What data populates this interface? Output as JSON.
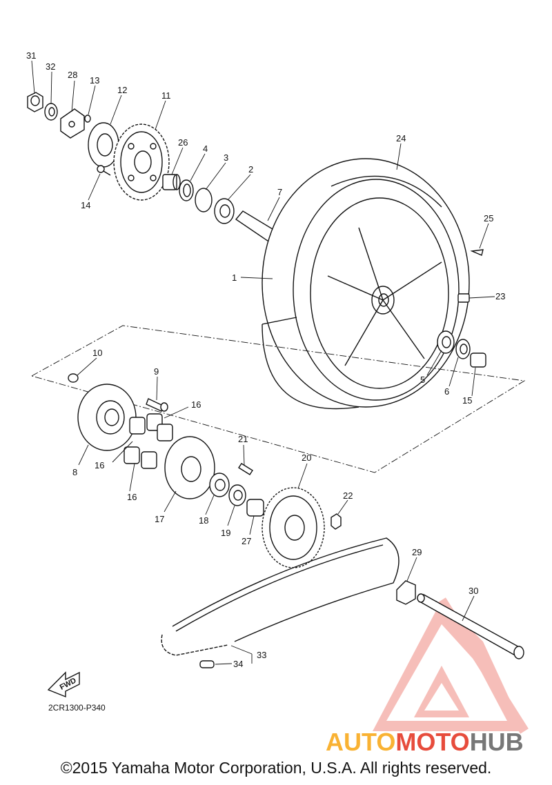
{
  "diagram": {
    "drawing_code": "2CR1300-P340",
    "direction_label": "FWD",
    "copyright": "©2015 Yamaha Motor Corporation, U.S.A. All rights reserved.",
    "watermark": {
      "part1": "AUTO",
      "part2": "MOTO",
      "part3": "HUB",
      "color1": "#f9b233",
      "color2": "#e74c3c",
      "color3": "#777777"
    },
    "callouts": [
      {
        "id": "c31",
        "num": "31"
      },
      {
        "id": "c32",
        "num": "32"
      },
      {
        "id": "c28",
        "num": "28"
      },
      {
        "id": "c13",
        "num": "13"
      },
      {
        "id": "c12",
        "num": "12"
      },
      {
        "id": "c11",
        "num": "11"
      },
      {
        "id": "c26",
        "num": "26"
      },
      {
        "id": "c4",
        "num": "4"
      },
      {
        "id": "c3",
        "num": "3"
      },
      {
        "id": "c2",
        "num": "2"
      },
      {
        "id": "c24",
        "num": "24"
      },
      {
        "id": "c7",
        "num": "7"
      },
      {
        "id": "c25",
        "num": "25"
      },
      {
        "id": "c1",
        "num": "1"
      },
      {
        "id": "c23",
        "num": "23"
      },
      {
        "id": "c14",
        "num": "14"
      },
      {
        "id": "c10",
        "num": "10"
      },
      {
        "id": "c9",
        "num": "9"
      },
      {
        "id": "c16a",
        "num": "16"
      },
      {
        "id": "c16b",
        "num": "16"
      },
      {
        "id": "c16c",
        "num": "16"
      },
      {
        "id": "c5",
        "num": "5"
      },
      {
        "id": "c6",
        "num": "6"
      },
      {
        "id": "c15",
        "num": "15"
      },
      {
        "id": "c8",
        "num": "8"
      },
      {
        "id": "c21",
        "num": "21"
      },
      {
        "id": "c20",
        "num": "20"
      },
      {
        "id": "c22",
        "num": "22"
      },
      {
        "id": "c17",
        "num": "17"
      },
      {
        "id": "c18",
        "num": "18"
      },
      {
        "id": "c19",
        "num": "19"
      },
      {
        "id": "c27",
        "num": "27"
      },
      {
        "id": "c29",
        "num": "29"
      },
      {
        "id": "c30",
        "num": "30"
      },
      {
        "id": "c33",
        "num": "33"
      },
      {
        "id": "c34",
        "num": "34"
      }
    ]
  }
}
